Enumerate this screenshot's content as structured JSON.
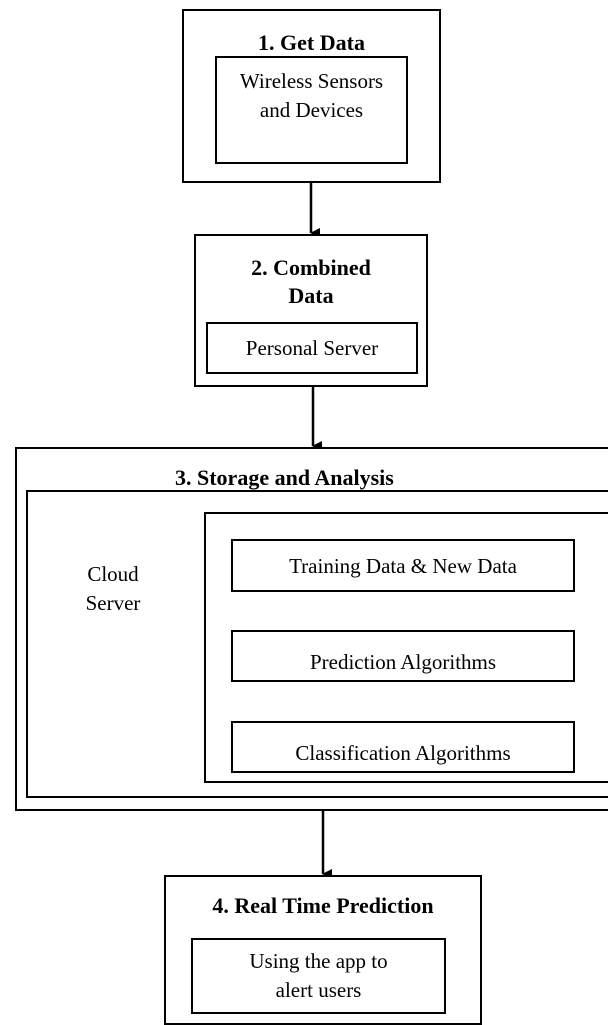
{
  "step1": {
    "title": "1. Get Data",
    "inner": "Wireless Sensors and Devices"
  },
  "step2": {
    "title": "2. Combined Data",
    "inner": "Personal Server"
  },
  "step3": {
    "title": "3. Storage and Analysis",
    "cloud": "Cloud Server",
    "pipeline": [
      "Training Data & New Data",
      "Prediction Algorithms",
      "Classification Algorithms"
    ]
  },
  "step4": {
    "title": "4. Real Time Prediction",
    "inner": "Using the app to alert users"
  }
}
